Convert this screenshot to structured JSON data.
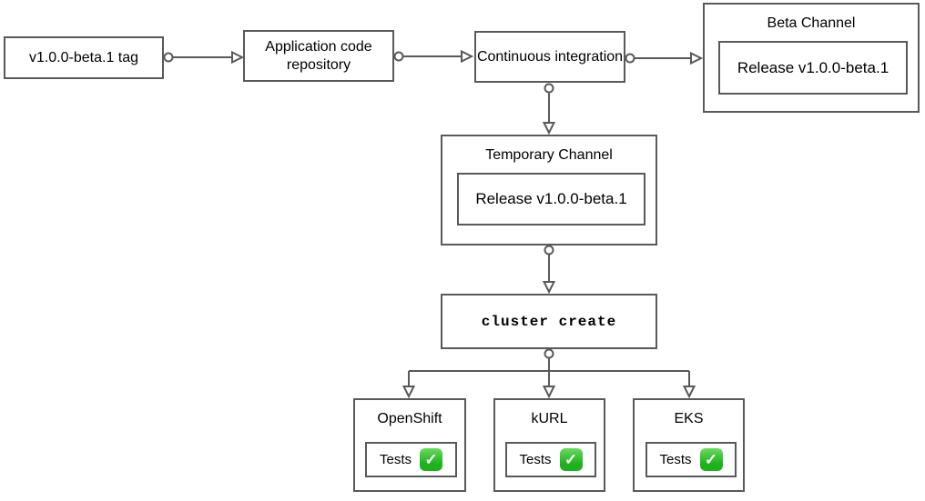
{
  "colors": {
    "stroke": "#595959",
    "text": "#000000",
    "background": "#ffffff",
    "check_green": "#1db11d",
    "check_green_light": "#6ada5f",
    "check_white": "#ffffff"
  },
  "icons": {
    "check_glyph": "✓",
    "check_name": "white-heavy-check-mark"
  },
  "nodes": {
    "tag": {
      "label": "v1.0.0-beta.1 tag"
    },
    "app_repo": {
      "label": "Application code repository"
    },
    "ci": {
      "label": "Continuous integration"
    },
    "beta_channel": {
      "title": "Beta Channel",
      "release_label": "Release v1.0.0-beta.1"
    },
    "temp_channel": {
      "title": "Temporary Channel",
      "release_label": "Release v1.0.0-beta.1"
    },
    "cluster_create": {
      "label": "cluster create"
    },
    "openshift": {
      "title": "OpenShift",
      "tests_label": "Tests"
    },
    "kurl": {
      "title": "kURL",
      "tests_label": "Tests"
    },
    "eks": {
      "title": "EKS",
      "tests_label": "Tests"
    }
  }
}
